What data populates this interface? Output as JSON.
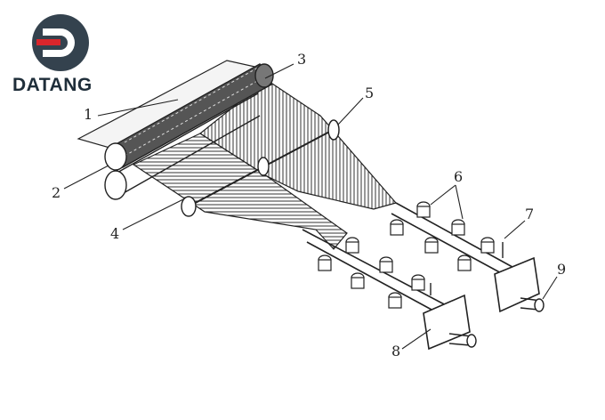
{
  "brand": {
    "name": "DATANG",
    "colors": {
      "dark": "#34424e",
      "red": "#d9262c"
    }
  },
  "callouts": [
    {
      "id": "1",
      "label": "1"
    },
    {
      "id": "2",
      "label": "2"
    },
    {
      "id": "3",
      "label": "3"
    },
    {
      "id": "4",
      "label": "4"
    },
    {
      "id": "5",
      "label": "5"
    },
    {
      "id": "6",
      "label": "6"
    },
    {
      "id": "7",
      "label": "7"
    },
    {
      "id": "8",
      "label": "8"
    },
    {
      "id": "9",
      "label": "9"
    }
  ]
}
